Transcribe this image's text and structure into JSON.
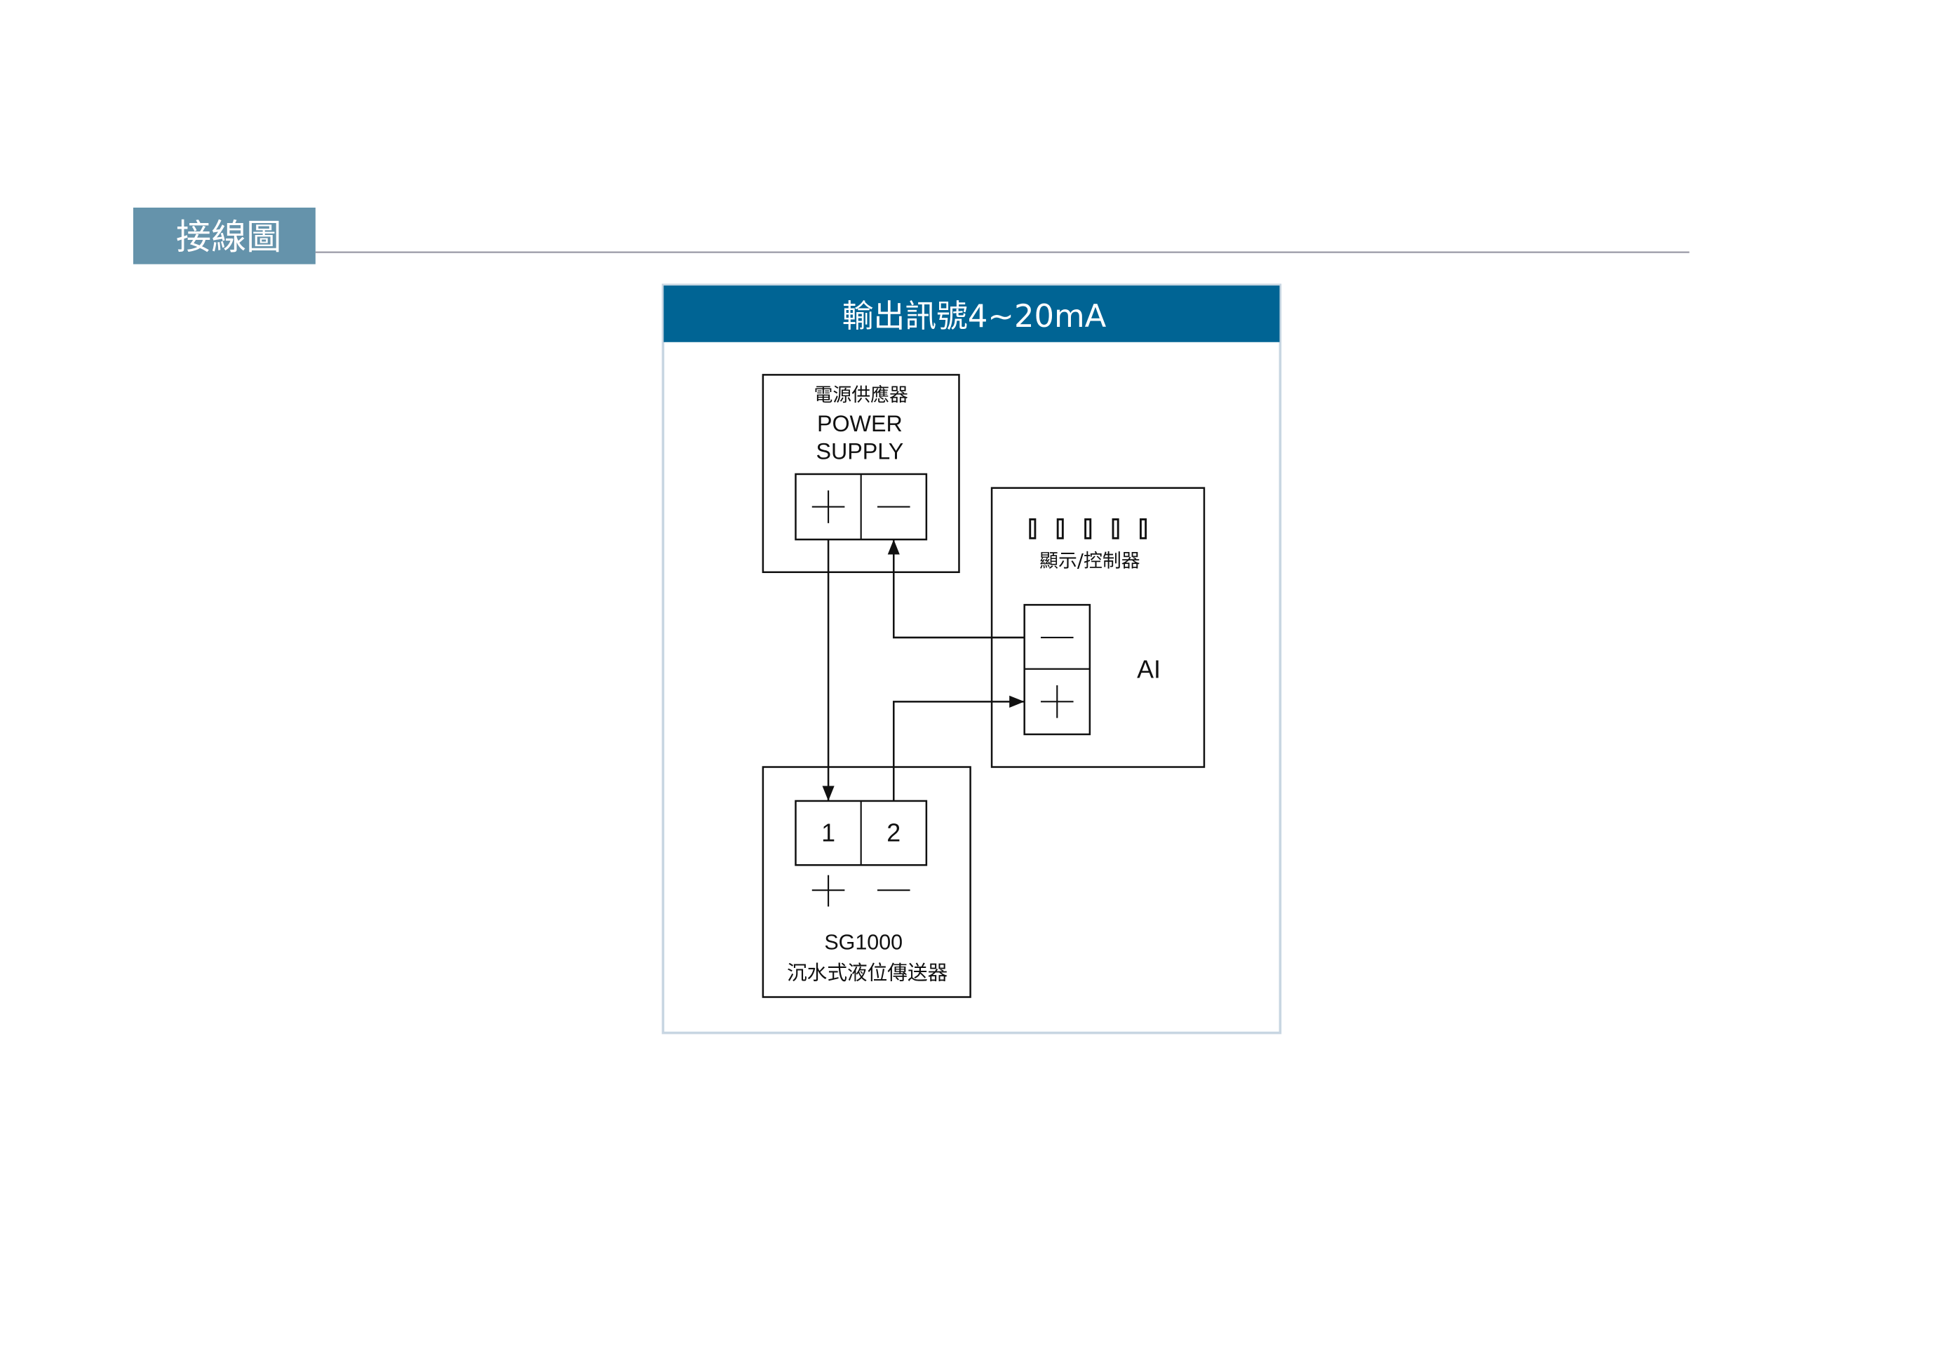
{
  "section": {
    "title": "接線圖",
    "tab_color": "#6593ab",
    "rule_color": "#9a9aa6"
  },
  "panel": {
    "title": "輸出訊號4~20mA",
    "header_color": "#006494",
    "border_color": "#c8d6e2"
  },
  "power_supply": {
    "label_zh": "電源供應器",
    "label_en_1": "POWER",
    "label_en_2": "SUPPLY",
    "terminal_plus": "+",
    "terminal_minus": "−"
  },
  "controller": {
    "label_zh": "顯示/控制器",
    "input_label": "AI",
    "digit_count": 5
  },
  "transmitter": {
    "terminal_1": "1",
    "terminal_2": "2",
    "model": "SG1000",
    "name": "沉水式液位傳送器"
  }
}
